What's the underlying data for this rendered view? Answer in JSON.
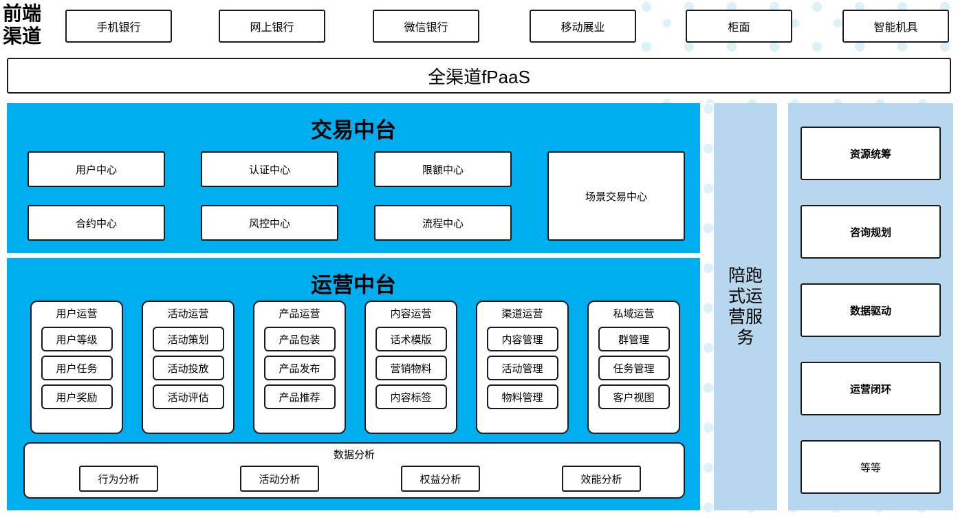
{
  "frontend": {
    "label": "前端渠道",
    "label_line1": "前端",
    "label_line2": "渠道",
    "channels": [
      {
        "name": "手机银行"
      },
      {
        "name": "网上银行"
      },
      {
        "name": "微信银行"
      },
      {
        "name": "移动展业"
      },
      {
        "name": "柜面"
      },
      {
        "name": "智能机具"
      }
    ]
  },
  "fpaas": {
    "title": "全渠道fPaaS"
  },
  "trade_center": {
    "title": "交易中台",
    "items": [
      {
        "name": "用户中心"
      },
      {
        "name": "认证中心"
      },
      {
        "name": "限额中心"
      },
      {
        "name": "合约中心"
      },
      {
        "name": "风控中心"
      },
      {
        "name": "流程中心"
      }
    ],
    "wide_item": {
      "name": "场景交易中心"
    }
  },
  "ops_center": {
    "title": "运营中台",
    "columns": [
      {
        "title": "用户运营",
        "items": [
          {
            "name": "用户等级"
          },
          {
            "name": "用户任务"
          },
          {
            "name": "用户奖励"
          }
        ]
      },
      {
        "title": "活动运营",
        "items": [
          {
            "name": "活动策划"
          },
          {
            "name": "活动投放"
          },
          {
            "name": "活动评估"
          }
        ]
      },
      {
        "title": "产品运营",
        "items": [
          {
            "name": "产品包装"
          },
          {
            "name": "产品发布"
          },
          {
            "name": "产品推荐"
          }
        ]
      },
      {
        "title": "内容运营",
        "items": [
          {
            "name": "话术模版"
          },
          {
            "name": "营销物料"
          },
          {
            "name": "内容标签"
          }
        ]
      },
      {
        "title": "渠道运营",
        "items": [
          {
            "name": "内容管理"
          },
          {
            "name": "活动管理"
          },
          {
            "name": "物料管理"
          }
        ]
      },
      {
        "title": "私域运营",
        "items": [
          {
            "name": "群管理"
          },
          {
            "name": "任务管理"
          },
          {
            "name": "客户视图"
          }
        ]
      }
    ],
    "data_analysis": {
      "title": "数据分析",
      "items": [
        {
          "name": "行为分析"
        },
        {
          "name": "活动分析"
        },
        {
          "name": "权益分析"
        },
        {
          "name": "效能分析"
        }
      ]
    }
  },
  "accompany_service": {
    "title": "陪跑式运营服务"
  },
  "service_column": {
    "items": [
      {
        "name": "资源统筹",
        "bold": true
      },
      {
        "name": "咨询规划",
        "bold": true
      },
      {
        "name": "数据驱动",
        "bold": true
      },
      {
        "name": "运营闭环",
        "bold": true
      },
      {
        "name": "等等",
        "bold": false
      }
    ]
  },
  "colors": {
    "cyan_panel": "#00AEEF",
    "light_blue_panel": "#b6d7ee",
    "dot_decoration": "#ddf1fb",
    "box_border": "#1a1a1a",
    "box_fill": "#ffffff",
    "text": "#000000"
  }
}
